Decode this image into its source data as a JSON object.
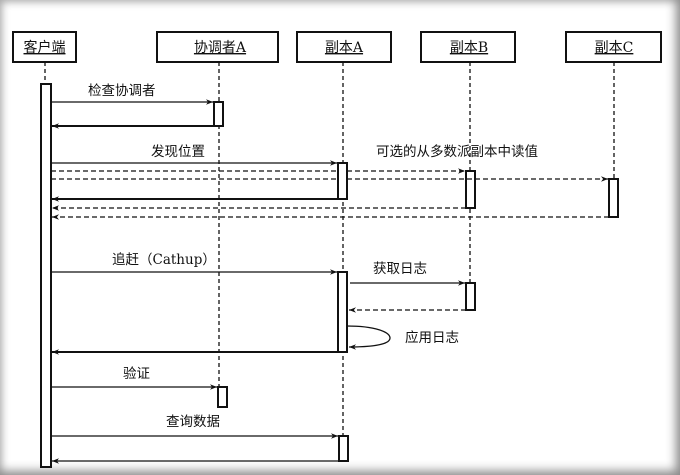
{
  "diagram": {
    "type": "sequence",
    "participants": [
      {
        "id": "client",
        "label": "客户端"
      },
      {
        "id": "coordA",
        "label": "协调者A"
      },
      {
        "id": "repA",
        "label": "副本A"
      },
      {
        "id": "repB",
        "label": "副本B"
      },
      {
        "id": "repC",
        "label": "副本C"
      }
    ],
    "messages": [
      {
        "from": "client",
        "to": "coordA",
        "label": "检查协调者",
        "style": "solid"
      },
      {
        "from": "coordA",
        "to": "client",
        "label": "",
        "style": "solid-return"
      },
      {
        "from": "client",
        "to": "repA",
        "label": "发现位置",
        "style": "solid"
      },
      {
        "from": "client",
        "to": "repB",
        "label": "可选的从多数派副本中读值",
        "style": "dashed"
      },
      {
        "from": "client",
        "to": "repC",
        "label": "",
        "style": "dashed"
      },
      {
        "from": "repA",
        "to": "client",
        "label": "",
        "style": "solid-return"
      },
      {
        "from": "repB",
        "to": "client",
        "label": "",
        "style": "dashed-return"
      },
      {
        "from": "repC",
        "to": "client",
        "label": "",
        "style": "dashed-return"
      },
      {
        "from": "client",
        "to": "repA",
        "label": "追赶（Cathup）",
        "style": "solid"
      },
      {
        "from": "repA",
        "to": "repB",
        "label": "获取日志",
        "style": "solid"
      },
      {
        "from": "repB",
        "to": "repA",
        "label": "",
        "style": "dashed-return"
      },
      {
        "from": "repA",
        "to": "repA",
        "label": "应用日志",
        "style": "self"
      },
      {
        "from": "repA",
        "to": "client",
        "label": "",
        "style": "solid-return"
      },
      {
        "from": "client",
        "to": "coordA",
        "label": "验证",
        "style": "solid"
      },
      {
        "from": "client",
        "to": "repA",
        "label": "查询数据",
        "style": "solid"
      },
      {
        "from": "repA",
        "to": "client",
        "label": "",
        "style": "solid-return"
      }
    ]
  }
}
